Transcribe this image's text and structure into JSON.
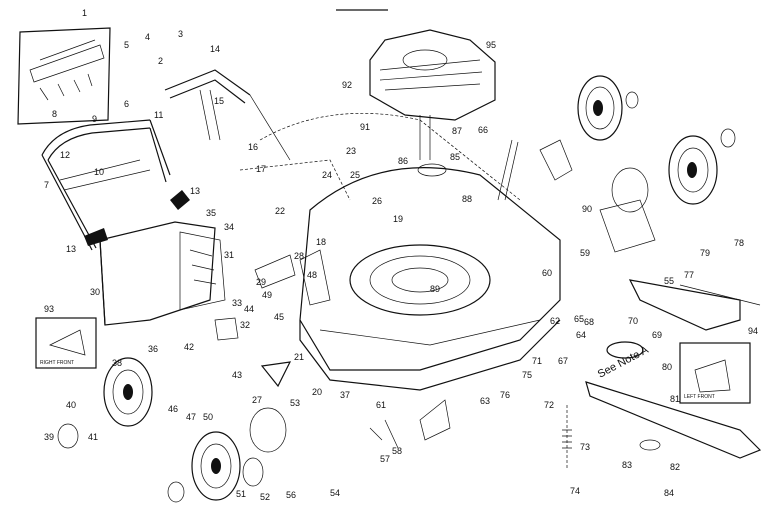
{
  "diagram": {
    "callouts": [
      "1",
      "2",
      "3",
      "4",
      "5",
      "6",
      "7",
      "8",
      "9",
      "10",
      "11",
      "12",
      "13",
      "14",
      "15",
      "16",
      "17",
      "18",
      "19",
      "20",
      "21",
      "22",
      "23",
      "24",
      "25",
      "26",
      "27",
      "28",
      "29",
      "30",
      "31",
      "32",
      "33",
      "34",
      "35",
      "36",
      "37",
      "38",
      "39",
      "40",
      "41",
      "42",
      "43",
      "44",
      "45",
      "46",
      "47",
      "48",
      "49",
      "50",
      "51",
      "52",
      "53",
      "54",
      "55",
      "56",
      "57",
      "58",
      "59",
      "60",
      "61",
      "62",
      "63",
      "64",
      "65",
      "66",
      "67",
      "68",
      "69",
      "70",
      "71",
      "72",
      "73",
      "74",
      "75",
      "76",
      "77",
      "78",
      "79",
      "80",
      "81",
      "82",
      "83",
      "84",
      "85",
      "86",
      "87",
      "88",
      "89",
      "90",
      "91",
      "92",
      "93",
      "94",
      "95"
    ],
    "note": "See Note A",
    "inset_left_caption": "RIGHT FRONT",
    "inset_right_caption": "LEFT FRONT"
  }
}
